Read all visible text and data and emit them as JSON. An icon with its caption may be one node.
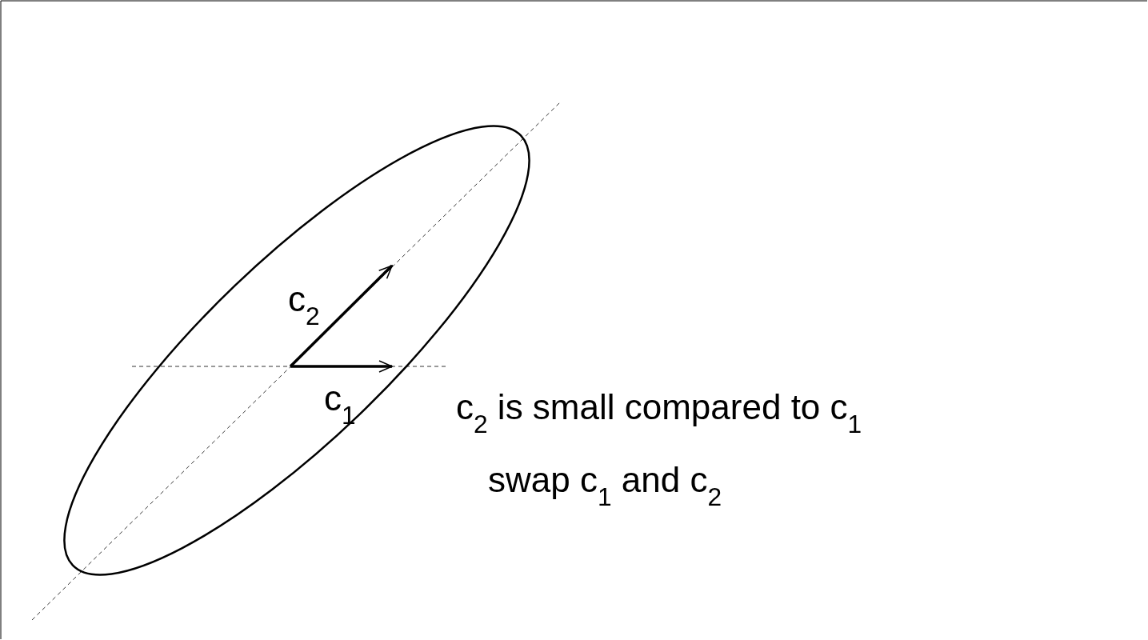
{
  "diagram": {
    "labels": [
      "c$_{2}$",
      "c$_{1}$",
      "c$_{2}$ is small compared to c$_{1}$",
      "swap c$_{1}$ and c$_{2}$"
    ]
  }
}
